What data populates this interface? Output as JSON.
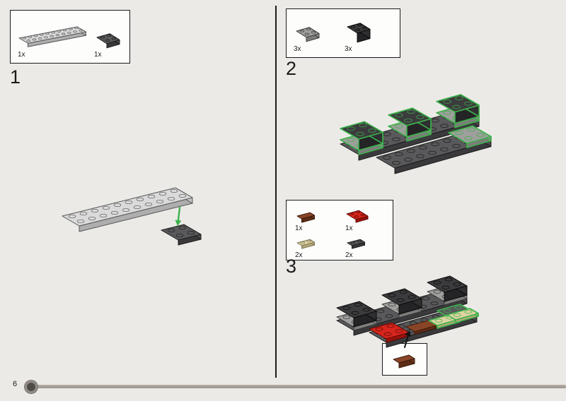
{
  "page": {
    "number": "6"
  },
  "colors": {
    "background": "#eceae7",
    "highlight_green": "#3cb24a",
    "part_red": "#d6251c",
    "part_brown": "#8a4527",
    "part_tan": "#ded3a2"
  },
  "steps": [
    {
      "number": "1",
      "parts": [
        {
          "count": "1x",
          "name": "plate-2x10-light-gray"
        },
        {
          "count": "1x",
          "name": "plate-2x2-dark-gray"
        }
      ]
    },
    {
      "number": "2",
      "parts": [
        {
          "count": "3x",
          "name": "plate-2x2-gray"
        },
        {
          "count": "3x",
          "name": "brick-2x2-black"
        }
      ]
    },
    {
      "number": "3",
      "parts": [
        {
          "count": "1x",
          "name": "tile-1x2-brown"
        },
        {
          "count": "1x",
          "name": "plate-2x2-red"
        },
        {
          "count": "2x",
          "name": "plate-1x2-tan"
        },
        {
          "count": "2x",
          "name": "plate-1x2-dark-gray"
        }
      ]
    }
  ],
  "callout": {
    "part": "tile-1x2-brown"
  }
}
